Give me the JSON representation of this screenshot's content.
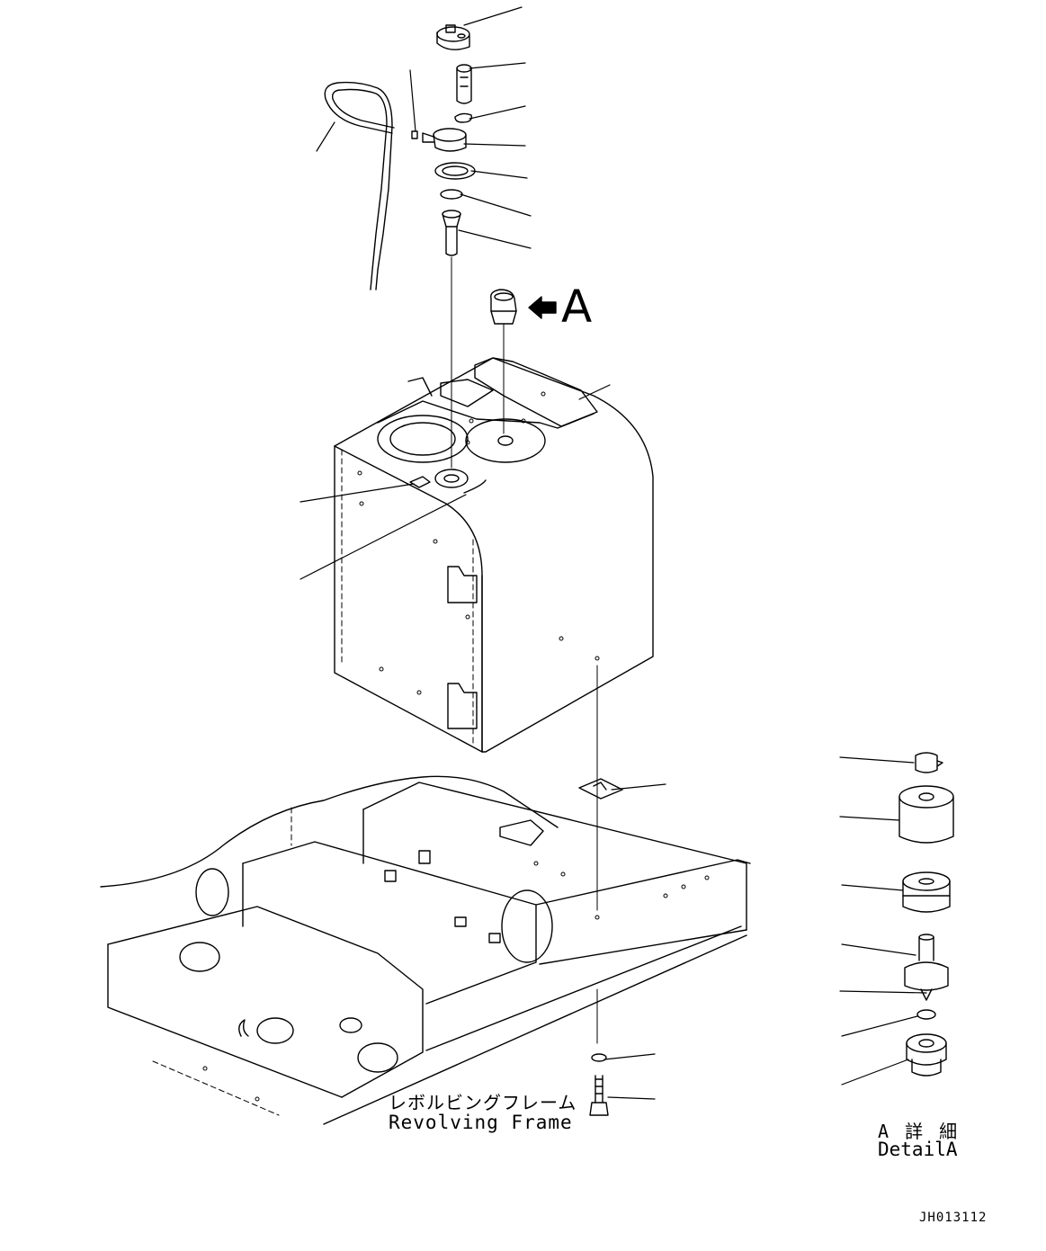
{
  "callout": {
    "view_letter": "A"
  },
  "revolving_frame": {
    "label_jp": "レボルビングフレーム",
    "label_en": "Revolving Frame"
  },
  "detail": {
    "label_jp": "A 詳 細",
    "label_en": "DetailA"
  },
  "drawing_number": "JH013112",
  "colors": {
    "line": "#000000",
    "background": "#ffffff"
  }
}
